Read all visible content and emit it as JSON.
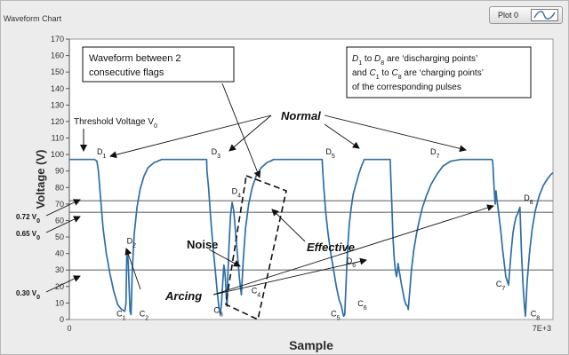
{
  "window": {
    "title": "Waveform Chart",
    "legend_label": "Plot 0"
  },
  "chart_data": {
    "type": "line",
    "xlabel": "Sample",
    "ylabel": "Voltage (V)",
    "xlim": [
      0,
      7000
    ],
    "ylim": [
      0,
      170
    ],
    "x_tick_labels": [
      "0",
      "7E+3"
    ],
    "y_ticks": [
      0,
      10,
      20,
      30,
      40,
      50,
      60,
      70,
      80,
      90,
      100,
      110,
      120,
      130,
      140,
      150,
      160,
      170
    ],
    "grid": "off",
    "threshold_lines": [
      {
        "value": 72,
        "label": "0.72 V",
        "sub": "0"
      },
      {
        "value": 65,
        "label": "0.65 V",
        "sub": "0"
      },
      {
        "value": 30,
        "label": "0.30 V",
        "sub": "0"
      }
    ],
    "threshold_text": {
      "text": "Threshold Voltage V",
      "sub": "0"
    },
    "series": [
      {
        "color": "#2c6fa8",
        "points": [
          [
            0,
            97
          ],
          [
            640,
            97
          ],
          [
            700,
            96
          ],
          [
            740,
            90
          ],
          [
            790,
            75
          ],
          [
            860,
            55
          ],
          [
            940,
            40
          ],
          [
            1030,
            28
          ],
          [
            1130,
            17
          ],
          [
            1230,
            9
          ],
          [
            1330,
            6
          ],
          [
            1410,
            5
          ],
          [
            1440,
            10
          ],
          [
            1460,
            38
          ],
          [
            1480,
            40
          ],
          [
            1500,
            34
          ],
          [
            1520,
            20
          ],
          [
            1545,
            5
          ],
          [
            1570,
            3
          ],
          [
            1600,
            30
          ],
          [
            1650,
            52
          ],
          [
            1720,
            68
          ],
          [
            1800,
            79
          ],
          [
            1900,
            87
          ],
          [
            2000,
            92
          ],
          [
            2150,
            95
          ],
          [
            2350,
            97
          ],
          [
            3490,
            97
          ],
          [
            3500,
            90
          ],
          [
            3540,
            80
          ],
          [
            3600,
            60
          ],
          [
            3660,
            42
          ],
          [
            3710,
            30
          ],
          [
            3760,
            17
          ],
          [
            3800,
            8
          ],
          [
            3840,
            3
          ],
          [
            3870,
            10
          ],
          [
            3900,
            22
          ],
          [
            3930,
            33
          ],
          [
            3950,
            30
          ],
          [
            3970,
            24
          ],
          [
            3990,
            14
          ],
          [
            4010,
            8
          ],
          [
            4030,
            25
          ],
          [
            4060,
            45
          ],
          [
            4100,
            63
          ],
          [
            4140,
            71
          ],
          [
            4180,
            66
          ],
          [
            4230,
            52
          ],
          [
            4280,
            38
          ],
          [
            4330,
            24
          ],
          [
            4375,
            15
          ],
          [
            4420,
            35
          ],
          [
            4480,
            55
          ],
          [
            4560,
            70
          ],
          [
            4650,
            80
          ],
          [
            4750,
            87
          ],
          [
            4880,
            92
          ],
          [
            5020,
            95
          ],
          [
            5200,
            97
          ],
          [
            6430,
            97
          ],
          [
            6440,
            92
          ],
          [
            6470,
            80
          ],
          [
            6520,
            65
          ],
          [
            6580,
            52
          ],
          [
            6650,
            40
          ],
          [
            6720,
            30
          ],
          [
            6790,
            20
          ],
          [
            6860,
            12
          ],
          [
            6920,
            8
          ],
          [
            6945,
            5
          ],
          [
            6975,
            2
          ],
          [
            7005,
            3
          ],
          [
            7040,
            24
          ],
          [
            7080,
            44
          ],
          [
            7120,
            58
          ],
          [
            7170,
            68
          ],
          [
            7220,
            76
          ],
          [
            7290,
            82
          ],
          [
            7360,
            88
          ],
          [
            7430,
            93
          ],
          [
            7500,
            97
          ],
          [
            8160,
            97
          ],
          [
            8170,
            90
          ],
          [
            8200,
            70
          ],
          [
            8230,
            50
          ],
          [
            8260,
            38
          ],
          [
            8290,
            30
          ],
          [
            8320,
            26
          ],
          [
            8340,
            29
          ],
          [
            8360,
            34
          ],
          [
            8380,
            31
          ],
          [
            8400,
            28
          ],
          [
            8440,
            22
          ],
          [
            8480,
            17
          ],
          [
            8520,
            12
          ],
          [
            8560,
            9
          ],
          [
            8600,
            8
          ],
          [
            8620,
            6
          ],
          [
            8660,
            18
          ],
          [
            8700,
            30
          ],
          [
            8760,
            42
          ],
          [
            8830,
            52
          ],
          [
            8900,
            60
          ],
          [
            8980,
            68
          ],
          [
            9080,
            75
          ],
          [
            9200,
            82
          ],
          [
            9350,
            88
          ],
          [
            9500,
            93
          ],
          [
            9700,
            96
          ],
          [
            9950,
            97
          ],
          [
            10750,
            97
          ],
          [
            10770,
            95
          ],
          [
            10800,
            80
          ],
          [
            10830,
            70
          ],
          [
            10850,
            78
          ],
          [
            10870,
            73
          ],
          [
            10900,
            68
          ],
          [
            10940,
            60
          ],
          [
            10980,
            52
          ],
          [
            11020,
            42
          ],
          [
            11060,
            34
          ],
          [
            11100,
            26
          ],
          [
            11140,
            23
          ],
          [
            11170,
            21
          ],
          [
            11200,
            30
          ],
          [
            11240,
            42
          ],
          [
            11280,
            52
          ],
          [
            11320,
            58
          ],
          [
            11360,
            62
          ],
          [
            11400,
            64
          ],
          [
            11430,
            66
          ],
          [
            11460,
            68
          ],
          [
            11500,
            40
          ],
          [
            11540,
            20
          ],
          [
            11575,
            8
          ],
          [
            11600,
            2
          ],
          [
            11640,
            22
          ],
          [
            11700,
            40
          ],
          [
            11770,
            55
          ],
          [
            11850,
            66
          ],
          [
            11950,
            75
          ],
          [
            12050,
            81
          ],
          [
            12150,
            85
          ],
          [
            12250,
            88
          ],
          [
            12300,
            89
          ]
        ]
      }
    ],
    "point_labels": [
      {
        "base": "D",
        "sub": "1",
        "x": 700,
        "y": 100
      },
      {
        "base": "C",
        "sub": "1",
        "x": 1200,
        "y": 2
      },
      {
        "base": "D",
        "sub": "2",
        "x": 1460,
        "y": 46
      },
      {
        "base": "C",
        "sub": "2",
        "x": 1780,
        "y": 2
      },
      {
        "base": "D",
        "sub": "3",
        "x": 3610,
        "y": 100
      },
      {
        "base": "C",
        "sub": "3",
        "x": 3670,
        "y": 4
      },
      {
        "base": "D",
        "sub": "4",
        "x": 4130,
        "y": 76
      },
      {
        "base": "C",
        "sub": "4",
        "x": 4630,
        "y": 16
      },
      {
        "base": "D",
        "sub": "5",
        "x": 6520,
        "y": 100
      },
      {
        "base": "C",
        "sub": "5",
        "x": 6650,
        "y": 2
      },
      {
        "base": "D",
        "sub": "6",
        "x": 7050,
        "y": 34
      },
      {
        "base": "C",
        "sub": "6",
        "x": 7330,
        "y": 8
      },
      {
        "base": "D",
        "sub": "7",
        "x": 9180,
        "y": 100
      },
      {
        "base": "C",
        "sub": "7",
        "x": 10850,
        "y": 20
      },
      {
        "base": "D",
        "sub": "8",
        "x": 11560,
        "y": 72
      },
      {
        "base": "C",
        "sub": "8",
        "x": 11730,
        "y": 2
      }
    ],
    "annotations": {
      "box1": "Waveform between 2 consecutive flags",
      "box2": {
        "line1": [
          "D",
          "1",
          " to ",
          "D",
          "8",
          " are ‘discharging points’"
        ],
        "line2": [
          "and ",
          "C",
          "1",
          " to ",
          "C",
          "8",
          " are ‘charging points’"
        ],
        "line3": "of the corresponding pulses"
      },
      "normal": "Normal",
      "noise": "Noise",
      "effective": "Effective",
      "arcing": "Arcing"
    }
  }
}
